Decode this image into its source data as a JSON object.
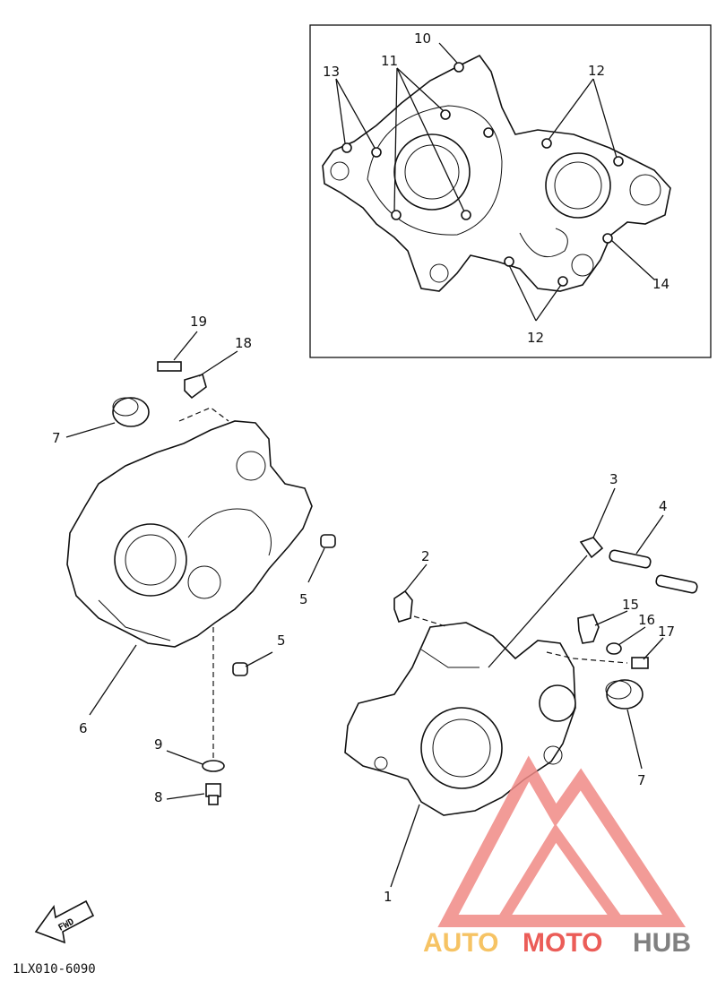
{
  "diagram": {
    "inset_labels": {
      "l10": "10",
      "l11": "11",
      "l12a": "12",
      "l12b": "12",
      "l13": "13",
      "l14": "14"
    },
    "part_labels": {
      "p1": "1",
      "p2": "2",
      "p3": "3",
      "p4": "4",
      "p5a": "5",
      "p5b": "5",
      "p6": "6",
      "p7a": "7",
      "p7b": "7",
      "p8": "8",
      "p9": "9",
      "p15": "15",
      "p16": "16",
      "p17": "17",
      "p18": "18",
      "p19": "19"
    },
    "fwd_label": "FWD",
    "drawing_code": "1LX010-6090"
  },
  "watermark": {
    "word_part1": "AUTO",
    "word_part2": "MOTO",
    "word_part3": "HUB",
    "color_orange": "#f5b94a",
    "color_red": "#e8413c",
    "color_grey": "#6b6b6b"
  }
}
